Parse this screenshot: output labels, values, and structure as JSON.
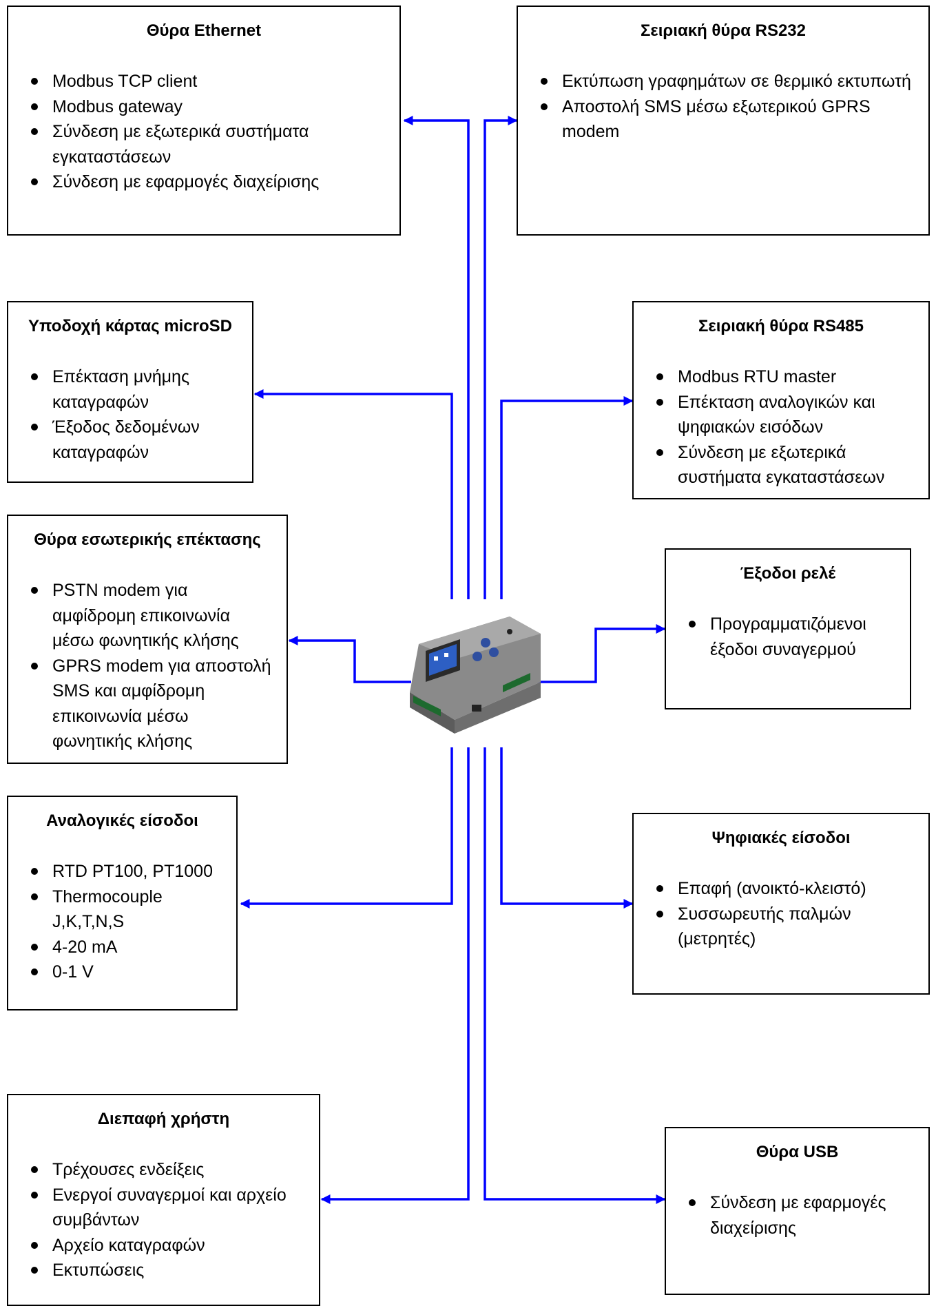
{
  "colors": {
    "connector": "#0000ff",
    "border": "#000000"
  },
  "boxes": {
    "ethernet": {
      "title": "Θύρα Ethernet",
      "items": [
        "Modbus TCP client",
        "Modbus gateway",
        "Σύνδεση με εξωτερικά συστήματα εγκαταστάσεων",
        "Σύνδεση με εφαρμογές διαχείρισης"
      ]
    },
    "rs232": {
      "title": "Σειριακή θύρα RS232",
      "items": [
        "Εκτύπωση γραφημάτων σε θερμικό εκτυπωτή",
        "Αποστολή SMS μέσω εξωτερικού GPRS modem"
      ]
    },
    "microsd": {
      "title": "Υποδοχή κάρτας microSD",
      "items": [
        "Επέκταση μνήμης καταγραφών",
        "Έξοδος δεδομένων καταγραφών"
      ]
    },
    "rs485": {
      "title": "Σειριακή θύρα RS485",
      "items": [
        "Modbus RTU master",
        "Επέκταση αναλογικών και ψηφιακών εισόδων",
        "Σύνδεση με εξωτερικά συστήματα εγκαταστάσεων"
      ]
    },
    "internal": {
      "title": "Θύρα εσωτερικής επέκτασης",
      "items": [
        "PSTN modem για αμφίδρομη επικοινωνία μέσω φωνητικής κλήσης",
        "GPRS modem για αποστολή SMS και αμφίδρομη επικοινωνία μέσω φωνητικής κλήσης"
      ]
    },
    "relay": {
      "title": "Έξοδοι ρελέ",
      "items": [
        "Προγραμματιζόμενοι έξοδοι συναγερμού"
      ]
    },
    "analog": {
      "title": "Αναλογικές είσοδοι",
      "items": [
        "RTD PT100, PT1000",
        "Thermocouple J,K,T,N,S",
        "4-20 mA",
        "0-1 V"
      ]
    },
    "digital": {
      "title": "Ψηφιακές είσοδοι",
      "items": [
        "Επαφή (ανοικτό-κλειστό)",
        "Συσσωρευτής παλμών (μετρητές)"
      ]
    },
    "ui": {
      "title": "Διεπαφή χρήστη",
      "items": [
        "Τρέχουσες ενδείξεις",
        "Ενεργοί συναγερμοί και αρχείο συμβάντων",
        "Αρχείο καταγραφών",
        "Εκτυπώσεις"
      ]
    },
    "usb": {
      "title": "Θύρα USB",
      "items": [
        "Σύνδεση με εφαρμογές διαχείρισης"
      ]
    }
  }
}
